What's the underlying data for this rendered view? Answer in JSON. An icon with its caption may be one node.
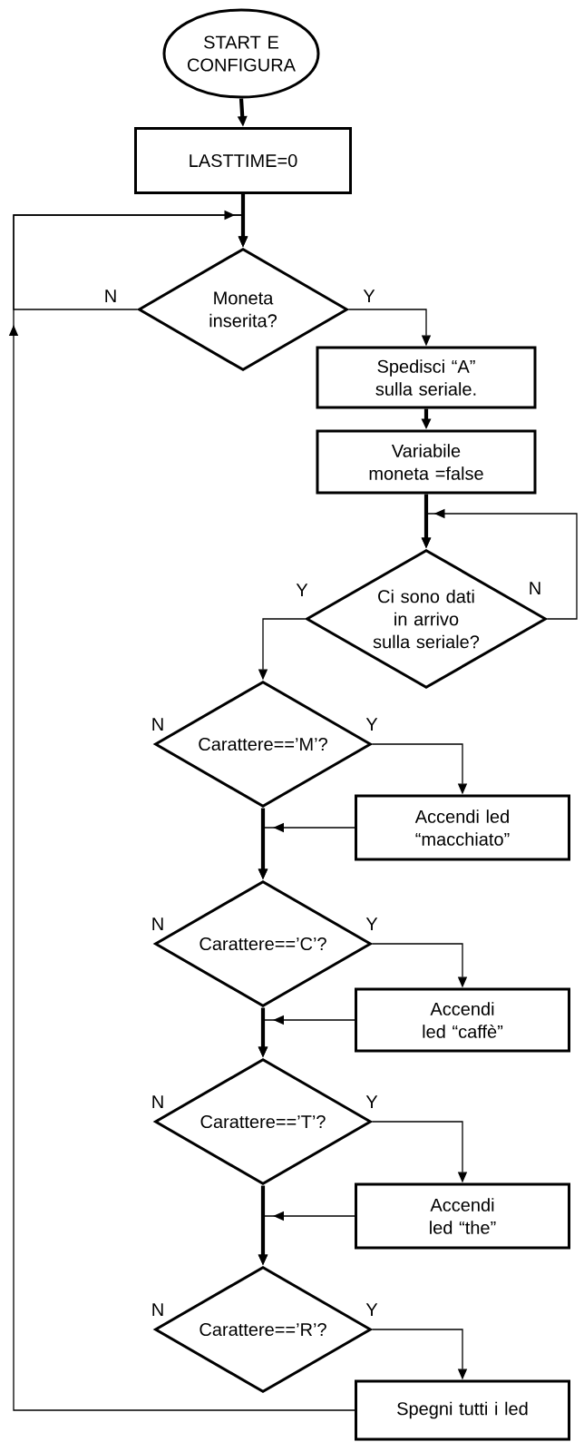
{
  "diagram": {
    "nodes": [
      {
        "text": [
          "START E CONFIGURA"
        ]
      },
      {
        "text": [
          "LASTTIME=0"
        ]
      },
      {
        "text": [
          "Moneta inserita?"
        ]
      },
      {
        "text": [
          "Spedisci “A” sulla seriale."
        ]
      },
      {
        "text": [
          "Variabile moneta =false"
        ]
      },
      {
        "text": [
          "Ci sono dati in arrivo sulla seriale?"
        ]
      },
      {
        "text": [
          "Carattere==’M’?"
        ]
      },
      {
        "text": [
          "Accendi led “macchiato”"
        ]
      },
      {
        "text": [
          "Carattere==’C’?"
        ]
      },
      {
        "text": [
          "Accendi led “caffè”"
        ]
      },
      {
        "text": [
          "Carattere==’T’?"
        ]
      },
      {
        "text": [
          "Accendi led “the”"
        ]
      },
      {
        "text": [
          "Carattere==’R’?"
        ]
      },
      {
        "text": [
          "Spegni tutti i led"
        ]
      }
    ],
    "edges": [
      {
        "from": 0,
        "to": 1,
        "arrow": "to",
        "style": "thick"
      },
      {
        "from": 1,
        "to": 2,
        "arrow": "to",
        "style": "thick"
      },
      {
        "from": 2,
        "to": 2,
        "arrow": "to",
        "label": "N"
      },
      {
        "from": 2,
        "to": 3,
        "arrow": "to",
        "label": "Y"
      },
      {
        "from": 3,
        "to": 4,
        "arrow": "to",
        "style": "thick"
      },
      {
        "from": 4,
        "to": 5,
        "arrow": "to",
        "style": "thick"
      },
      {
        "from": 5,
        "to": 5,
        "arrow": "to",
        "label": "N"
      },
      {
        "from": 5,
        "to": 6,
        "arrow": "to",
        "label": "Y"
      },
      {
        "from": 6,
        "to": 7,
        "arrow": "to",
        "label": "Y"
      },
      {
        "from": 7,
        "to": 8,
        "arrow": "to"
      },
      {
        "from": 6,
        "to": 8,
        "arrow": "to",
        "style": "thick"
      },
      {
        "from": 8,
        "to": 9,
        "arrow": "to",
        "label": "Y"
      },
      {
        "from": 9,
        "to": 10,
        "arrow": "to"
      },
      {
        "from": 8,
        "to": 10,
        "arrow": "to",
        "style": "thick"
      },
      {
        "from": 10,
        "to": 11,
        "arrow": "to",
        "label": "Y"
      },
      {
        "from": 11,
        "to": 12,
        "arrow": "to"
      },
      {
        "from": 10,
        "to": 12,
        "arrow": "to",
        "style": "thick"
      },
      {
        "from": 12,
        "to": 13,
        "arrow": "to",
        "label": "Y"
      },
      {
        "from": 13,
        "to": 2,
        "arrow": "to"
      }
    ],
    "labels": [
      "N",
      "N",
      "N",
      "N"
    ]
  }
}
